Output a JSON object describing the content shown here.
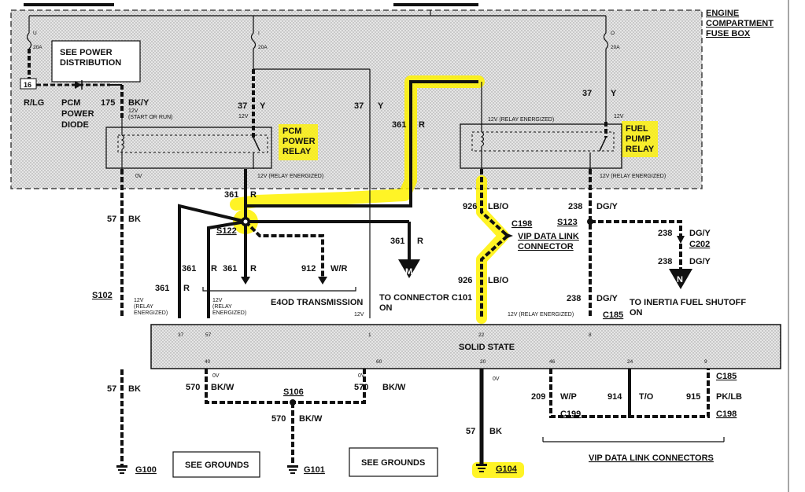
{
  "fuse_box": {
    "title_line1": "ENGINE",
    "title_line2": "COMPARTMENT",
    "title_line3": "FUSE BOX",
    "fuse_u": "U",
    "fuse_u_rating": "20A",
    "fuse_i": "I",
    "fuse_i_rating": "20A",
    "fuse_o": "O",
    "fuse_o_rating": "20A",
    "see_power_line1": "SEE POWER",
    "see_power_line2": "DISTRIBUTION"
  },
  "pcm_diode": {
    "pin": "16",
    "wire_color": "R/LG",
    "label_line1": "PCM",
    "label_line2": "POWER",
    "label_line3": "DIODE",
    "circuit": "175",
    "circuit_color": "BK/Y",
    "voltage_line1": "12V",
    "voltage_line2": "(START OR RUN)"
  },
  "pcm_relay": {
    "label_line1": "PCM",
    "label_line2": "POWER",
    "label_line3": "RELAY",
    "in_circuit": "37",
    "in_color": "Y",
    "in_voltage": "12V",
    "out_voltage": "12V (RELAY ENERGIZED)",
    "coil_voltage": "0V"
  },
  "fuel_pump_relay": {
    "label_line1": "FUEL",
    "label_line2": "PUMP",
    "label_line3": "RELAY",
    "in_circuit": "37",
    "in_color": "Y",
    "in_voltage": "12V",
    "coil_voltage": "12V (RELAY ENERGIZED)",
    "out_voltage": "12V (RELAY ENERGIZED)"
  },
  "wires": {
    "w37_y_circuit": "37",
    "w37_y_color": "Y",
    "w361_top_circuit": "361",
    "w361_top_color": "R",
    "w361_s122_circuit": "361",
    "w361_s122_color": "R",
    "w57_bk_circuit": "57",
    "w57_bk_color": "BK",
    "w926_circuit": "926",
    "w926_color": "LB/O",
    "w238_circuit": "238",
    "w238_color": "DG/Y",
    "w361_right_circuit": "361",
    "w361_right_color": "R",
    "w361_a_circuit": "361",
    "w361_a_color": "R",
    "w361_b_circuit": "361",
    "w361_b_color": "R",
    "w361_c_circuit": "361",
    "w361_c_color": "R",
    "w912_circuit": "912",
    "w912_color": "W/R",
    "w926_low_circuit": "926",
    "w926_low_color": "LB/O",
    "w238_c202_circuit": "238",
    "w238_c202_color": "DG/Y",
    "w238_n_circuit": "238",
    "w238_n_color": "DG/Y",
    "w238_low_circuit": "238",
    "w238_low_color": "DG/Y",
    "w57_low_circuit": "57",
    "w57_low_color": "BK",
    "w570_l_circuit": "570",
    "w570_l_color": "BK/W",
    "w570_r_circuit": "570",
    "w570_r_color": "BK/W",
    "w570_s106_circuit": "570",
    "w570_s106_color": "BK/W",
    "w57_g104_circuit": "57",
    "w57_g104_color": "BK",
    "w209_circuit": "209",
    "w209_color": "W/P",
    "w914_circuit": "914",
    "w914_color": "T/O",
    "w915_circuit": "915",
    "w915_color": "PK/LB"
  },
  "connectors": {
    "s122": "S122",
    "s102": "S102",
    "s123": "S123",
    "s106": "S106",
    "c198": "C198",
    "c202": "C202",
    "c185": "C185",
    "c199": "C199",
    "c185_b": "C185",
    "c198_b": "C198",
    "vip_line1": "VIP DATA LINK",
    "vip_line2": "CONNECTOR",
    "vip_connectors": "VIP DATA LINK CONNECTORS"
  },
  "voltages": {
    "s102_v1": "12V",
    "s102_v2": "(RELAY",
    "s102_v3": "ENERGIZED)",
    "pin57_v1": "12V",
    "pin57_v2": "(RELAY",
    "pin57_v3": "ENERGIZED)",
    "pin1_v": "12V",
    "pin22_v": "12V (RELAY ENERGIZED)",
    "gnd_l_v": "0V",
    "gnd_r_v": "0V",
    "g104_v": "0V"
  },
  "destinations": {
    "e4od": "E4OD TRANSMISSION",
    "m_letter": "M",
    "to_c101_line1": "TO CONNECTOR C101",
    "to_c101_line2": "ON",
    "n_letter": "N",
    "to_inertia_line1": "TO INERTIA FUEL SHUTOFF",
    "to_inertia_line2": "ON"
  },
  "module": {
    "label": "SOLID STATE",
    "pin_37": "37",
    "pin_57": "57",
    "pin_1": "1",
    "pin_22": "22",
    "pin_8": "8",
    "pin_40": "40",
    "pin_60": "60",
    "pin_20": "20",
    "pin_46": "46",
    "pin_24": "24",
    "pin_9": "9"
  },
  "grounds": {
    "g100": "G100",
    "g101": "G101",
    "g104": "G104",
    "see_grounds_1": "SEE GROUNDS",
    "see_grounds_2": "SEE GROUNDS"
  },
  "colors": {
    "highlight": "#fff200",
    "fusebox_fill": "#dcdcdc",
    "module_fill": "#dcdcdc",
    "ink": "#111111"
  }
}
